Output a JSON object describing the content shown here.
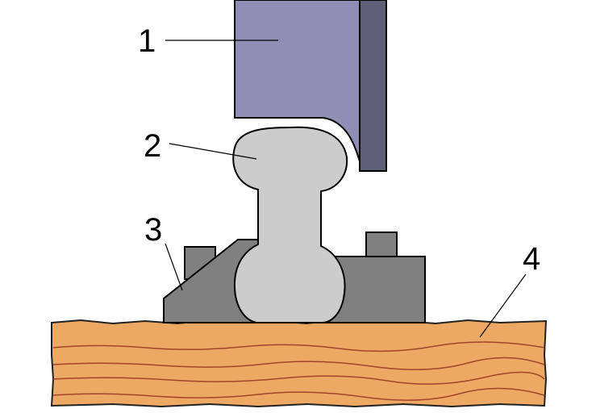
{
  "labels": {
    "one": "1",
    "two": "2",
    "three": "3",
    "four": "4"
  },
  "colors": {
    "brake_block": "#8f8fb5",
    "brake_back": "#5f5f77",
    "rail": "#cccccc",
    "chair": "#808080",
    "sleeper": "#eda964",
    "grain": "#a0452a"
  }
}
